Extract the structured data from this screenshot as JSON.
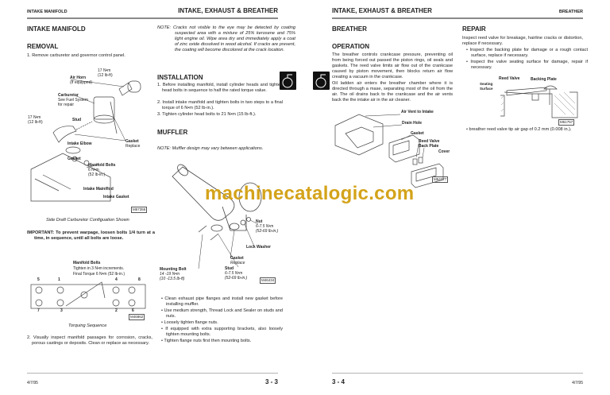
{
  "left_page": {
    "header_section": "INTAKE MANIFOLD",
    "header_chapter": "INTAKE, EXHAUST & BREATHER",
    "title": "INTAKE MANIFOLD",
    "removal": {
      "heading": "REMOVAL",
      "step1": "1. Remove carburetor and governor control panel."
    },
    "note_cracks": "NOTE:  Cracks not visible to the eye may be detected by coating suspected area with a mixture of 25% kerosene and 75% light engine oil. Wipe area dry and immediately apply a coat of zinc oxide dissolved in wood alcohol. If cracks are present, the coating will become discolored at the crack location.",
    "installation": {
      "heading": "INSTALLATION",
      "steps": [
        "1. Before installing manifold, install cylinder heads and tighten head bolts in sequence to half the rated torque value.",
        "2. Install intake manifold and tighten bolts in two steps to a final torque of 6 N•m (52 lb-in.).",
        "3. Tighten cylinder head bolts to 21 N•m (15 lb-ft.)."
      ]
    },
    "muffler": {
      "heading": "MUFFLER",
      "note": "NOTE:  Muffler design may vary between applications."
    },
    "manifold_figure": {
      "labels": {
        "torque_top": "17 N•m",
        "torque_top_sub": "(12 lb-ft)",
        "air_horn": "Air Horn",
        "air_horn_sub": "(If equipped)",
        "carburetor": "Carburetor",
        "carburetor_sub1": "See Fuel System",
        "carburetor_sub2": "for repair",
        "torque_left": "17 N•m",
        "torque_left_sub": "(12 lb-ft)",
        "stud": "Stud",
        "gasket_replace": "Gasket",
        "gasket_replace_sub": "Replace",
        "intake_elbow": "Intake Elbow",
        "gasket": "Gasket",
        "manifold_bolts": "Manifold Bolts",
        "manifold_bolts_sub1": "6 N•m",
        "manifold_bolts_sub2": "(52 lb-in.)",
        "intake_manifold": "Intake Mainiflod",
        "intake_gasket": "Intake Gasket"
      },
      "code": "M57355",
      "caption": "Side Draft Carburetor Configuation Shown"
    },
    "important": "IMPORTANT:  To prevent warpage, loosen bolts 1/4 turn at a time, in sequence, until all bolts are loose.",
    "torque_figure": {
      "label": "Manifold Bolts",
      "line1": "Tighten in 3 N•m increments.",
      "line2": "Final Torque 6 N•m (52 lb-in.)",
      "numbers_top": [
        "5",
        "1",
        "4",
        "8"
      ],
      "numbers_bottom": [
        "7",
        "3",
        "2",
        "6"
      ],
      "code": "M46862",
      "caption": "Torquing Sequence"
    },
    "step2": "2. Visually inspect manifold passages for corrosion, cracks, porous castings or deposits. Clean or replace as necessary.",
    "muffler_figure": {
      "nut": "Nut",
      "nut_sub1": "6-7.5 N•m",
      "nut_sub2": "(52-69 lb-in.)",
      "lock_washer": "Lock Washer",
      "gasket": "Gasket",
      "gasket_sub": "Replace",
      "mounting_bolt": "Mounting Bolt",
      "mounting_bolt_sub1": "14 -19 N•m",
      "mounting_bolt_sub2": "(10 -13.5 lb-ft)",
      "stud": "Stud",
      "stud_sub1": "6-7.5 N•m",
      "stud_sub2": "(52-69 lb-in.)",
      "code": "M46434"
    },
    "muffler_bullets": [
      "• Clean exhaust pipe flanges and install new gasket before installing muffler.",
      "• Use medium strength, Thread Lock and Sealer on studs and nuts.",
      "• Loosely tighten flange nuts.",
      "• If equipped with extra supporting brackets, also loosely tighten mounting bolts.",
      "• Tighten flange nuts first then mounting bolts."
    ],
    "footer_date": "4/7/95",
    "page_number": "3 - 3"
  },
  "right_page": {
    "header_chapter": "INTAKE, EXHAUST & BREATHER",
    "header_section": "BREATHER",
    "title": "BREATHER",
    "operation": {
      "heading": "OPERATION",
      "para1": "The breather controls crankcase pressure, preventing oil from being forced out passed the piston rings, oil seals and gaskets. The reed valve limits air flow out of the crankcase caused by piston movement, then blocks return air flow creating a vacuum in the crankcase.",
      "para2": "Oil ladden air enters the breather chamber where it is directed through a mase, separating most of the oil from the air. The oil drains back to the crankcase and the air vents back the the intake air in the air cleaner."
    },
    "breather_figure": {
      "air_vent": "Air Vent to Intake",
      "drain_hole": "Drain Hole",
      "gasket": "Gasket",
      "reed_valve": "Reed Valve",
      "back_plate": "Back Plate",
      "cover": "Cover",
      "code": "M54277"
    },
    "repair": {
      "heading": "REPAIR",
      "intro": "Inspect reed valve for breakage, hairline cracks or distortion, replace if necessary.",
      "bullets": [
        "• Inspect the backing plate for damage or a rough contact surface, replace if necessary.",
        "• Inspect the valve seating surface for damage, repair if necessary."
      ],
      "figure": {
        "reed_valve": "Reed Valve",
        "backing_plate": "Backing Plate",
        "seating": "Seating",
        "surface": "Surface",
        "code": "M51757"
      },
      "gap_bullet": "• breather reed valve tip air gap of 0.2 mm (0.008 in.)."
    },
    "page_number": "3 - 4",
    "footer_date": "4/7/95"
  },
  "watermark": "machinecatalogic.com",
  "colors": {
    "watermark": "#d4a31a",
    "rule": "#8a8a8a"
  },
  "icons": [
    "oil-can-icon"
  ]
}
